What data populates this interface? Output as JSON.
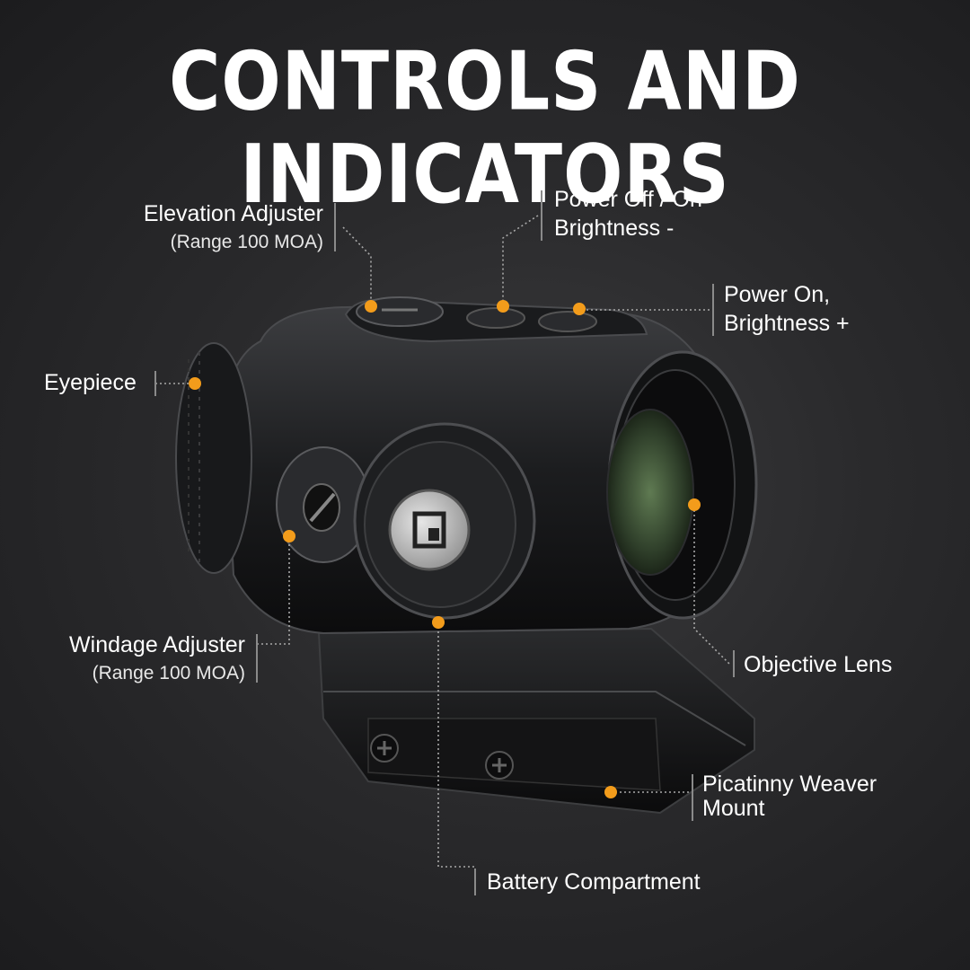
{
  "title": "CONTROLS AND INDICATORS",
  "accent_color": "#f39c1b",
  "callouts": {
    "elevation": {
      "label": "Elevation Adjuster",
      "sub": "(Range 100 MOA)"
    },
    "power_off": {
      "line1": "Power Off / On",
      "line2": "Brightness -"
    },
    "power_on": {
      "line1": "Power On,",
      "line2": "Brightness +"
    },
    "eyepiece": {
      "label": "Eyepiece"
    },
    "windage": {
      "label": "Windage Adjuster",
      "sub": "(Range 100 MOA)"
    },
    "objective": {
      "label": "Objective Lens"
    },
    "mount": {
      "line1": "Picatinny Weaver",
      "line2": "Mount"
    },
    "battery": {
      "label": "Battery Compartment"
    }
  }
}
